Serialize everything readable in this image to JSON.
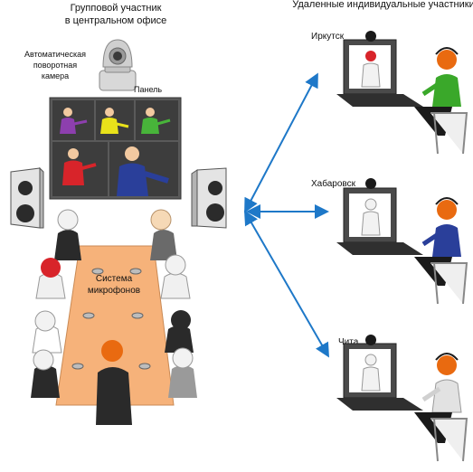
{
  "title_group_line1": "Групповой участник",
  "title_group_line2": "в центральном офисе",
  "title_remote": "Удаленные индивидуальные участники",
  "camera_label_line1": "Автоматическая",
  "camera_label_line2": "поворотная",
  "camera_label_line3": "камера",
  "panel_label": "Панель",
  "mic_label_line1": "Система",
  "mic_label_line2": "микрофонов",
  "remote_sites": [
    {
      "city": "Иркутск",
      "shirt_color": "#3aa82a"
    },
    {
      "city": "Хабаровск",
      "shirt_color": "#2a3f9a"
    },
    {
      "city": "Чита",
      "shirt_color": "#e2e2e2"
    }
  ],
  "colors": {
    "arrow": "#1e78c8",
    "table": "#f6b27a",
    "headset": "#e96a10",
    "screen_bg": "#5f5f5f",
    "screen_tile": "#3d3d3d"
  },
  "screen_people_colors": [
    "#8d3fae",
    "#e9e21a",
    "#48b43a",
    "#d8242a",
    "#2a3f9a"
  ]
}
